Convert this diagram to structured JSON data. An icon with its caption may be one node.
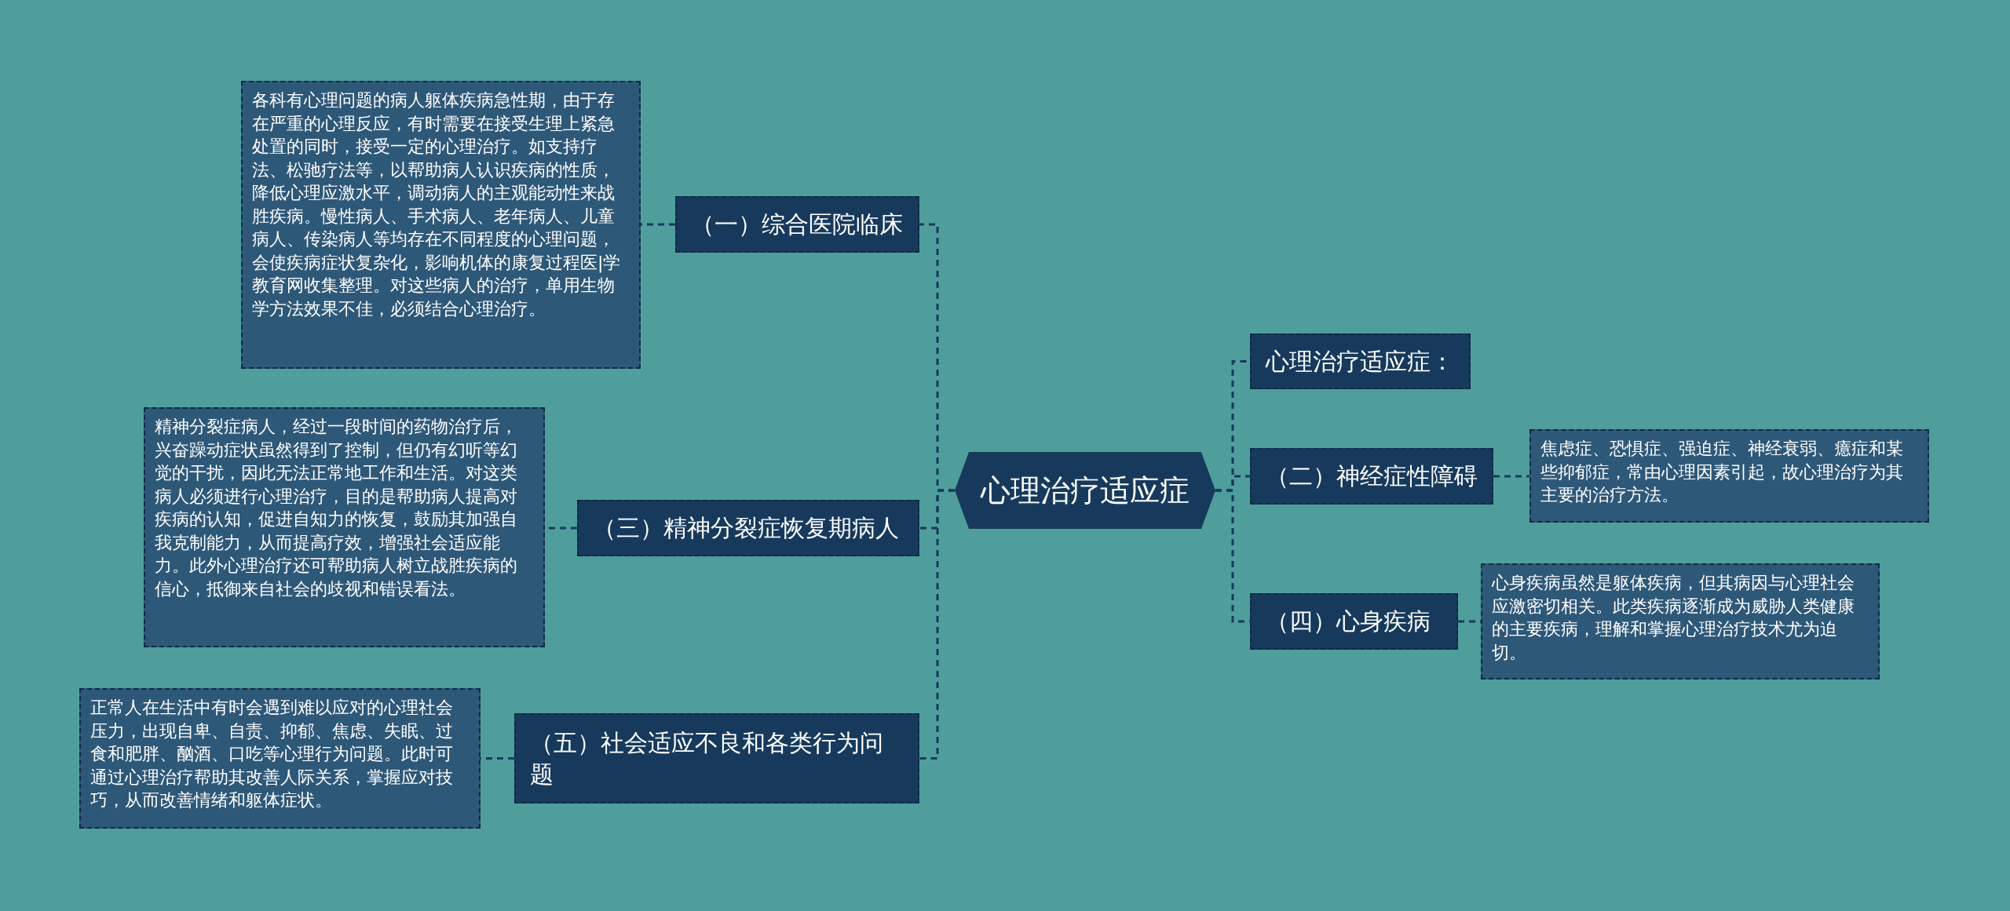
{
  "diagram": {
    "nodes": [
      {
        "text": [
          "心理治疗适应症"
        ]
      },
      {
        "text": [
          "（一）综合医院临床"
        ]
      },
      {
        "text": [
          "各科有心理问题的病人躯体疾病急性期，由于存在严重的心理反应，有时需要在接受生理上紧急处置的同时，接受一定的心理治疗。如支持疗法、松驰疗法等，以帮助病人认识疾病的性质，降低心理应激水平，调动病人的主观能动性来战胜疾病。慢性病人、手术病人、老年病人、儿童病人、传染病人等均存在不同程度的心理问题，会使疾病症状复杂化，影响机体的康复过程医|学教育网收集整理。对这些病人的治疗，单用生物学方法效果不佳，必须结合心理治疗。"
        ]
      },
      {
        "text": [
          "（三）精神分裂症恢复期病人"
        ]
      },
      {
        "text": [
          "精神分裂症病人，经过一段时间的药物治疗后，兴奋躁动症状虽然得到了控制，但仍有幻听等幻觉的干扰，因此无法正常地工作和生活。对这类病人必须进行心理治疗，目的是帮助病人提高对疾病的认知，促进自知力的恢复，鼓励其加强自我克制能力，从而提高疗效，增强社会适应能力。此外心理治疗还可帮助病人树立战胜疾病的信心，抵御来自社会的歧视和错误看法。"
        ]
      },
      {
        "text": [
          "（五）社会适应不良和各类行为问题"
        ]
      },
      {
        "text": [
          "正常人在生活中有时会遇到难以应对的心理社会压力，出现自卑、自责、抑郁、焦虑、失眠、过食和肥胖、酗酒、口吃等心理行为问题。此时可通过心理治疗帮助其改善人际关系，掌握应对技巧，从而改善情绪和躯体症状。"
        ]
      },
      {
        "text": [
          "心理治疗适应症："
        ]
      },
      {
        "text": [
          "（二）神经症性障碍"
        ]
      },
      {
        "text": [
          "焦虑症、恐惧症、强迫症、神经衰弱、癔症和某些抑郁症，常由心理因素引起，故心理治疗为其主要的治疗方法。"
        ]
      },
      {
        "text": [
          "（四）心身疾病"
        ]
      },
      {
        "text": [
          "心身疾病虽然是躯体疾病，但其病因与心理社会应激密切相关。此类疾病逐渐成为威胁人类健康的主要疾病，理解和掌握心理治疗技术尤为迫切。"
        ]
      }
    ],
    "edges": [
      {
        "from": 0,
        "to": 1,
        "arrow": "none"
      },
      {
        "from": 0,
        "to": 3,
        "arrow": "none"
      },
      {
        "from": 0,
        "to": 5,
        "arrow": "none"
      },
      {
        "from": 0,
        "to": 7,
        "arrow": "none"
      },
      {
        "from": 0,
        "to": 8,
        "arrow": "none"
      },
      {
        "from": 0,
        "to": 10,
        "arrow": "none"
      },
      {
        "from": 1,
        "to": 2,
        "arrow": "none"
      },
      {
        "from": 3,
        "to": 4,
        "arrow": "none"
      },
      {
        "from": 5,
        "to": 6,
        "arrow": "none"
      },
      {
        "from": 8,
        "to": 9,
        "arrow": "none"
      },
      {
        "from": 10,
        "to": 11,
        "arrow": "none"
      }
    ]
  }
}
